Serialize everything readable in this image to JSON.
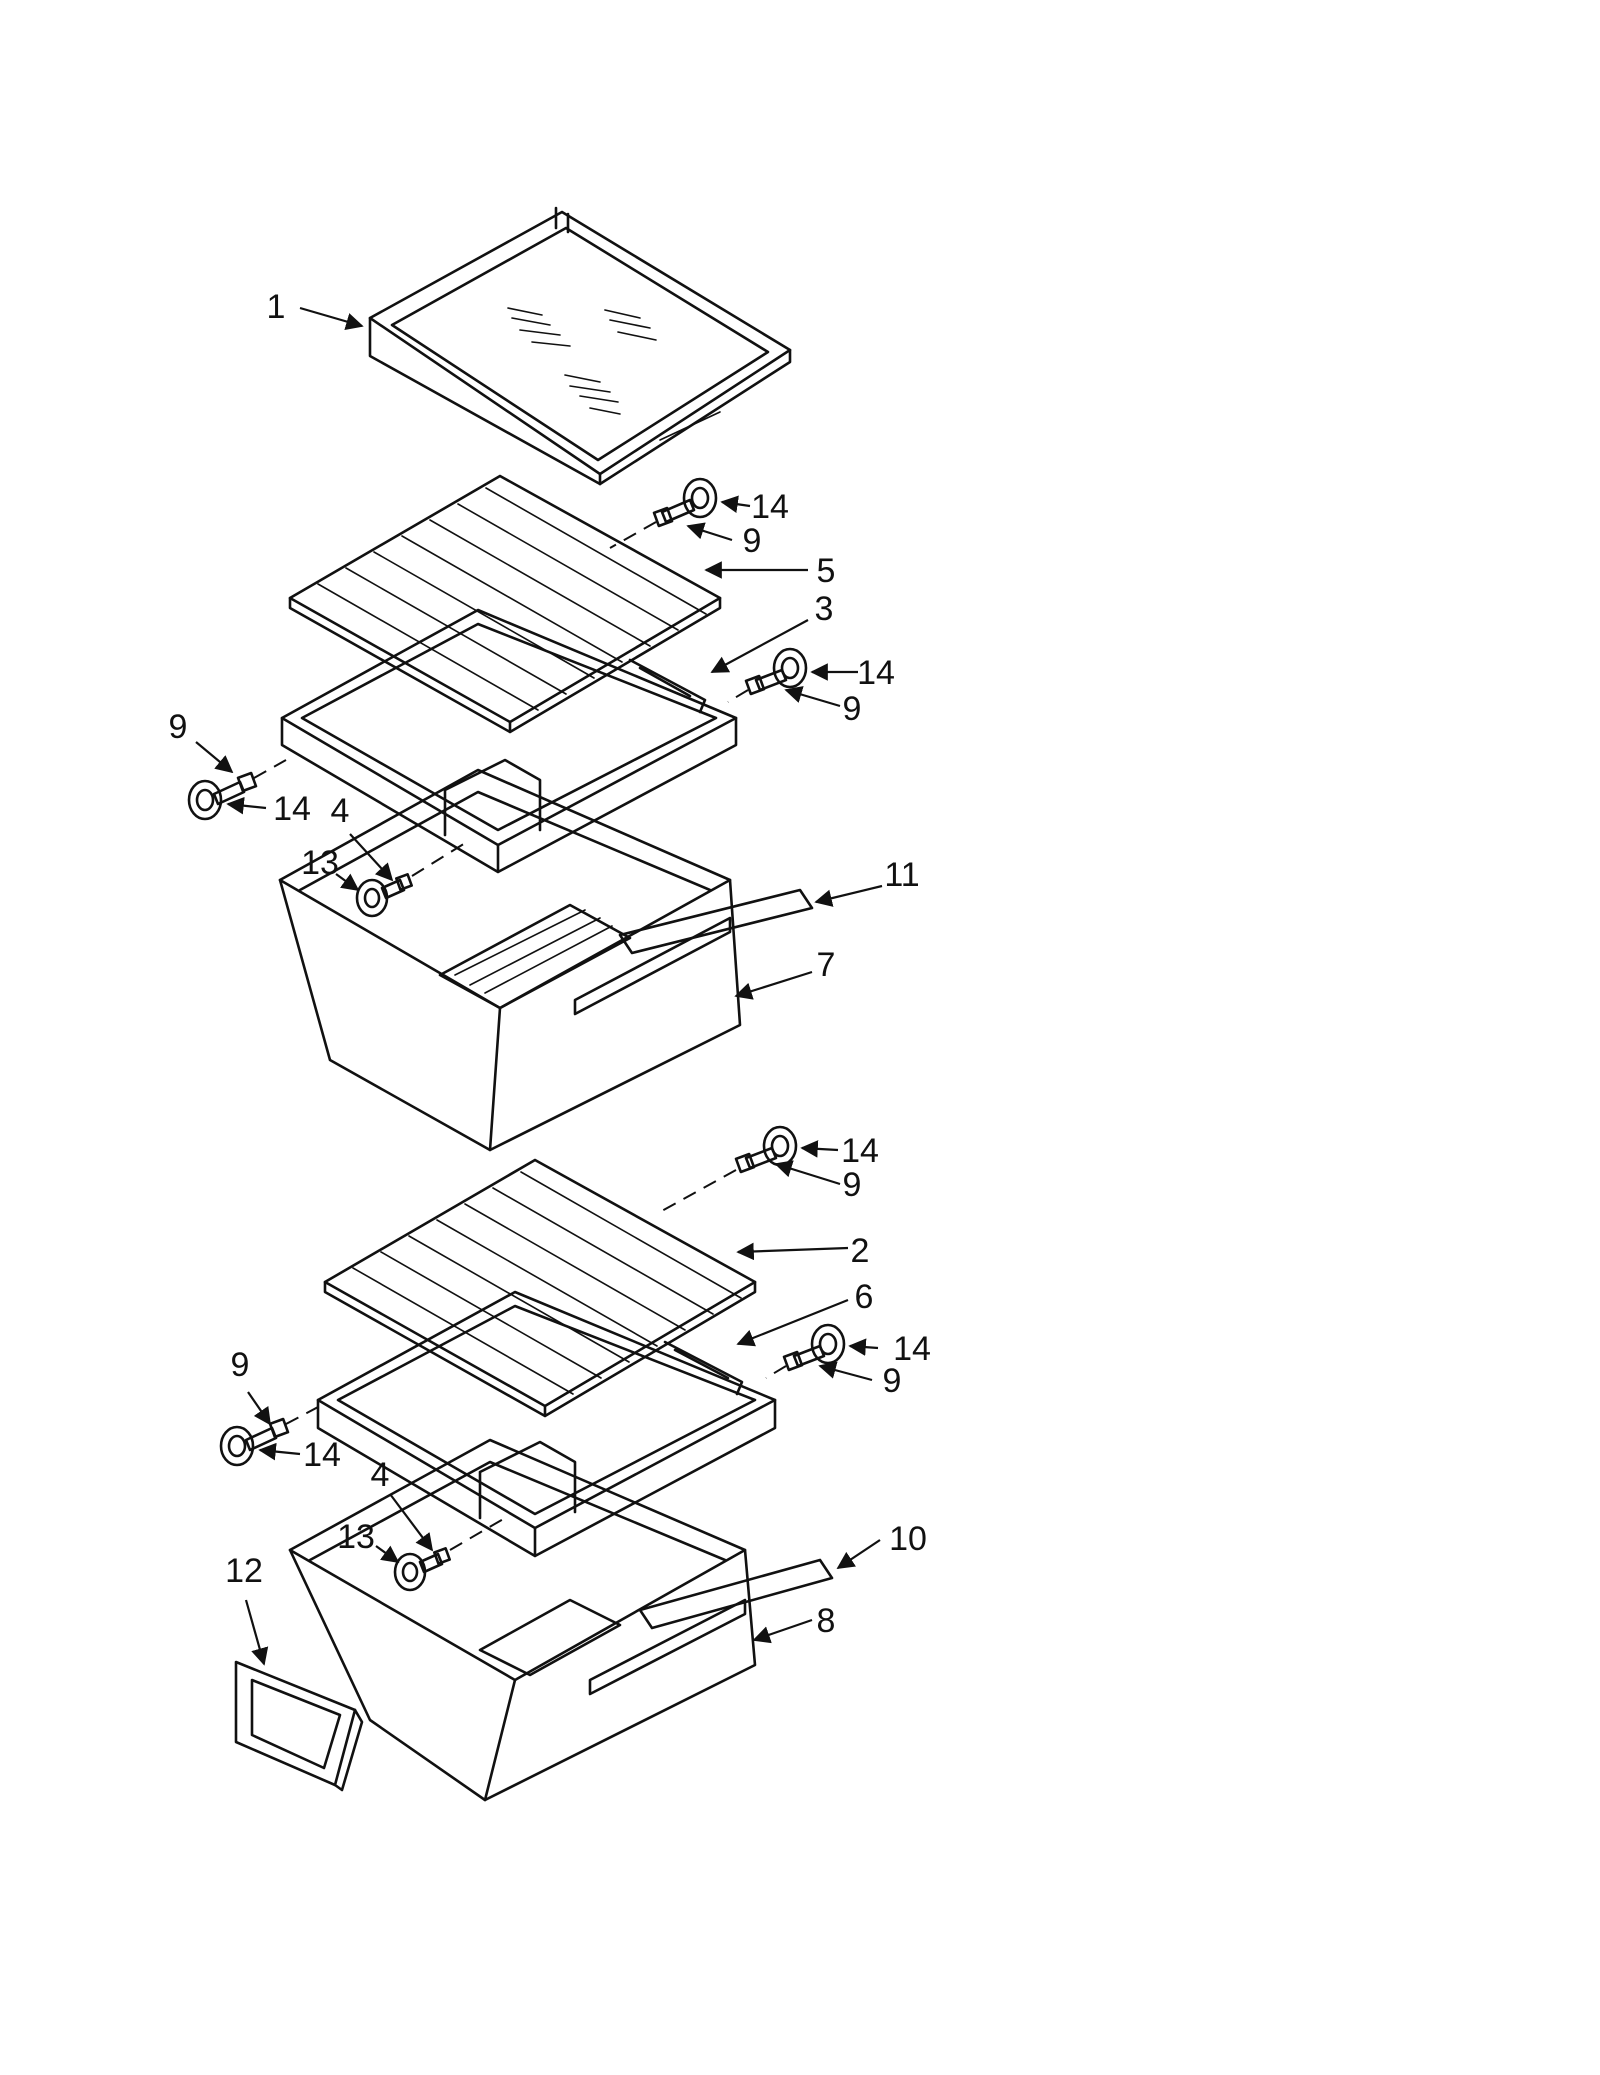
{
  "diagram": {
    "callouts": [
      {
        "id": "c1",
        "text": "1"
      },
      {
        "id": "c14a",
        "text": "14"
      },
      {
        "id": "c9a",
        "text": "9"
      },
      {
        "id": "c5",
        "text": "5"
      },
      {
        "id": "c3",
        "text": "3"
      },
      {
        "id": "c14b",
        "text": "14"
      },
      {
        "id": "c9b",
        "text": "9"
      },
      {
        "id": "c9c",
        "text": "9"
      },
      {
        "id": "c14c",
        "text": "14"
      },
      {
        "id": "c4a",
        "text": "4"
      },
      {
        "id": "c13a",
        "text": "13"
      },
      {
        "id": "c11",
        "text": "11"
      },
      {
        "id": "c7",
        "text": "7"
      },
      {
        "id": "c14d",
        "text": "14"
      },
      {
        "id": "c9d",
        "text": "9"
      },
      {
        "id": "c2",
        "text": "2"
      },
      {
        "id": "c6",
        "text": "6"
      },
      {
        "id": "c9e",
        "text": "9"
      },
      {
        "id": "c14e",
        "text": "14"
      },
      {
        "id": "c14f",
        "text": "14"
      },
      {
        "id": "c9f",
        "text": "9"
      },
      {
        "id": "c4b",
        "text": "4"
      },
      {
        "id": "c13b",
        "text": "13"
      },
      {
        "id": "c10",
        "text": "10"
      },
      {
        "id": "c12",
        "text": "12"
      },
      {
        "id": "c8",
        "text": "8"
      }
    ]
  }
}
